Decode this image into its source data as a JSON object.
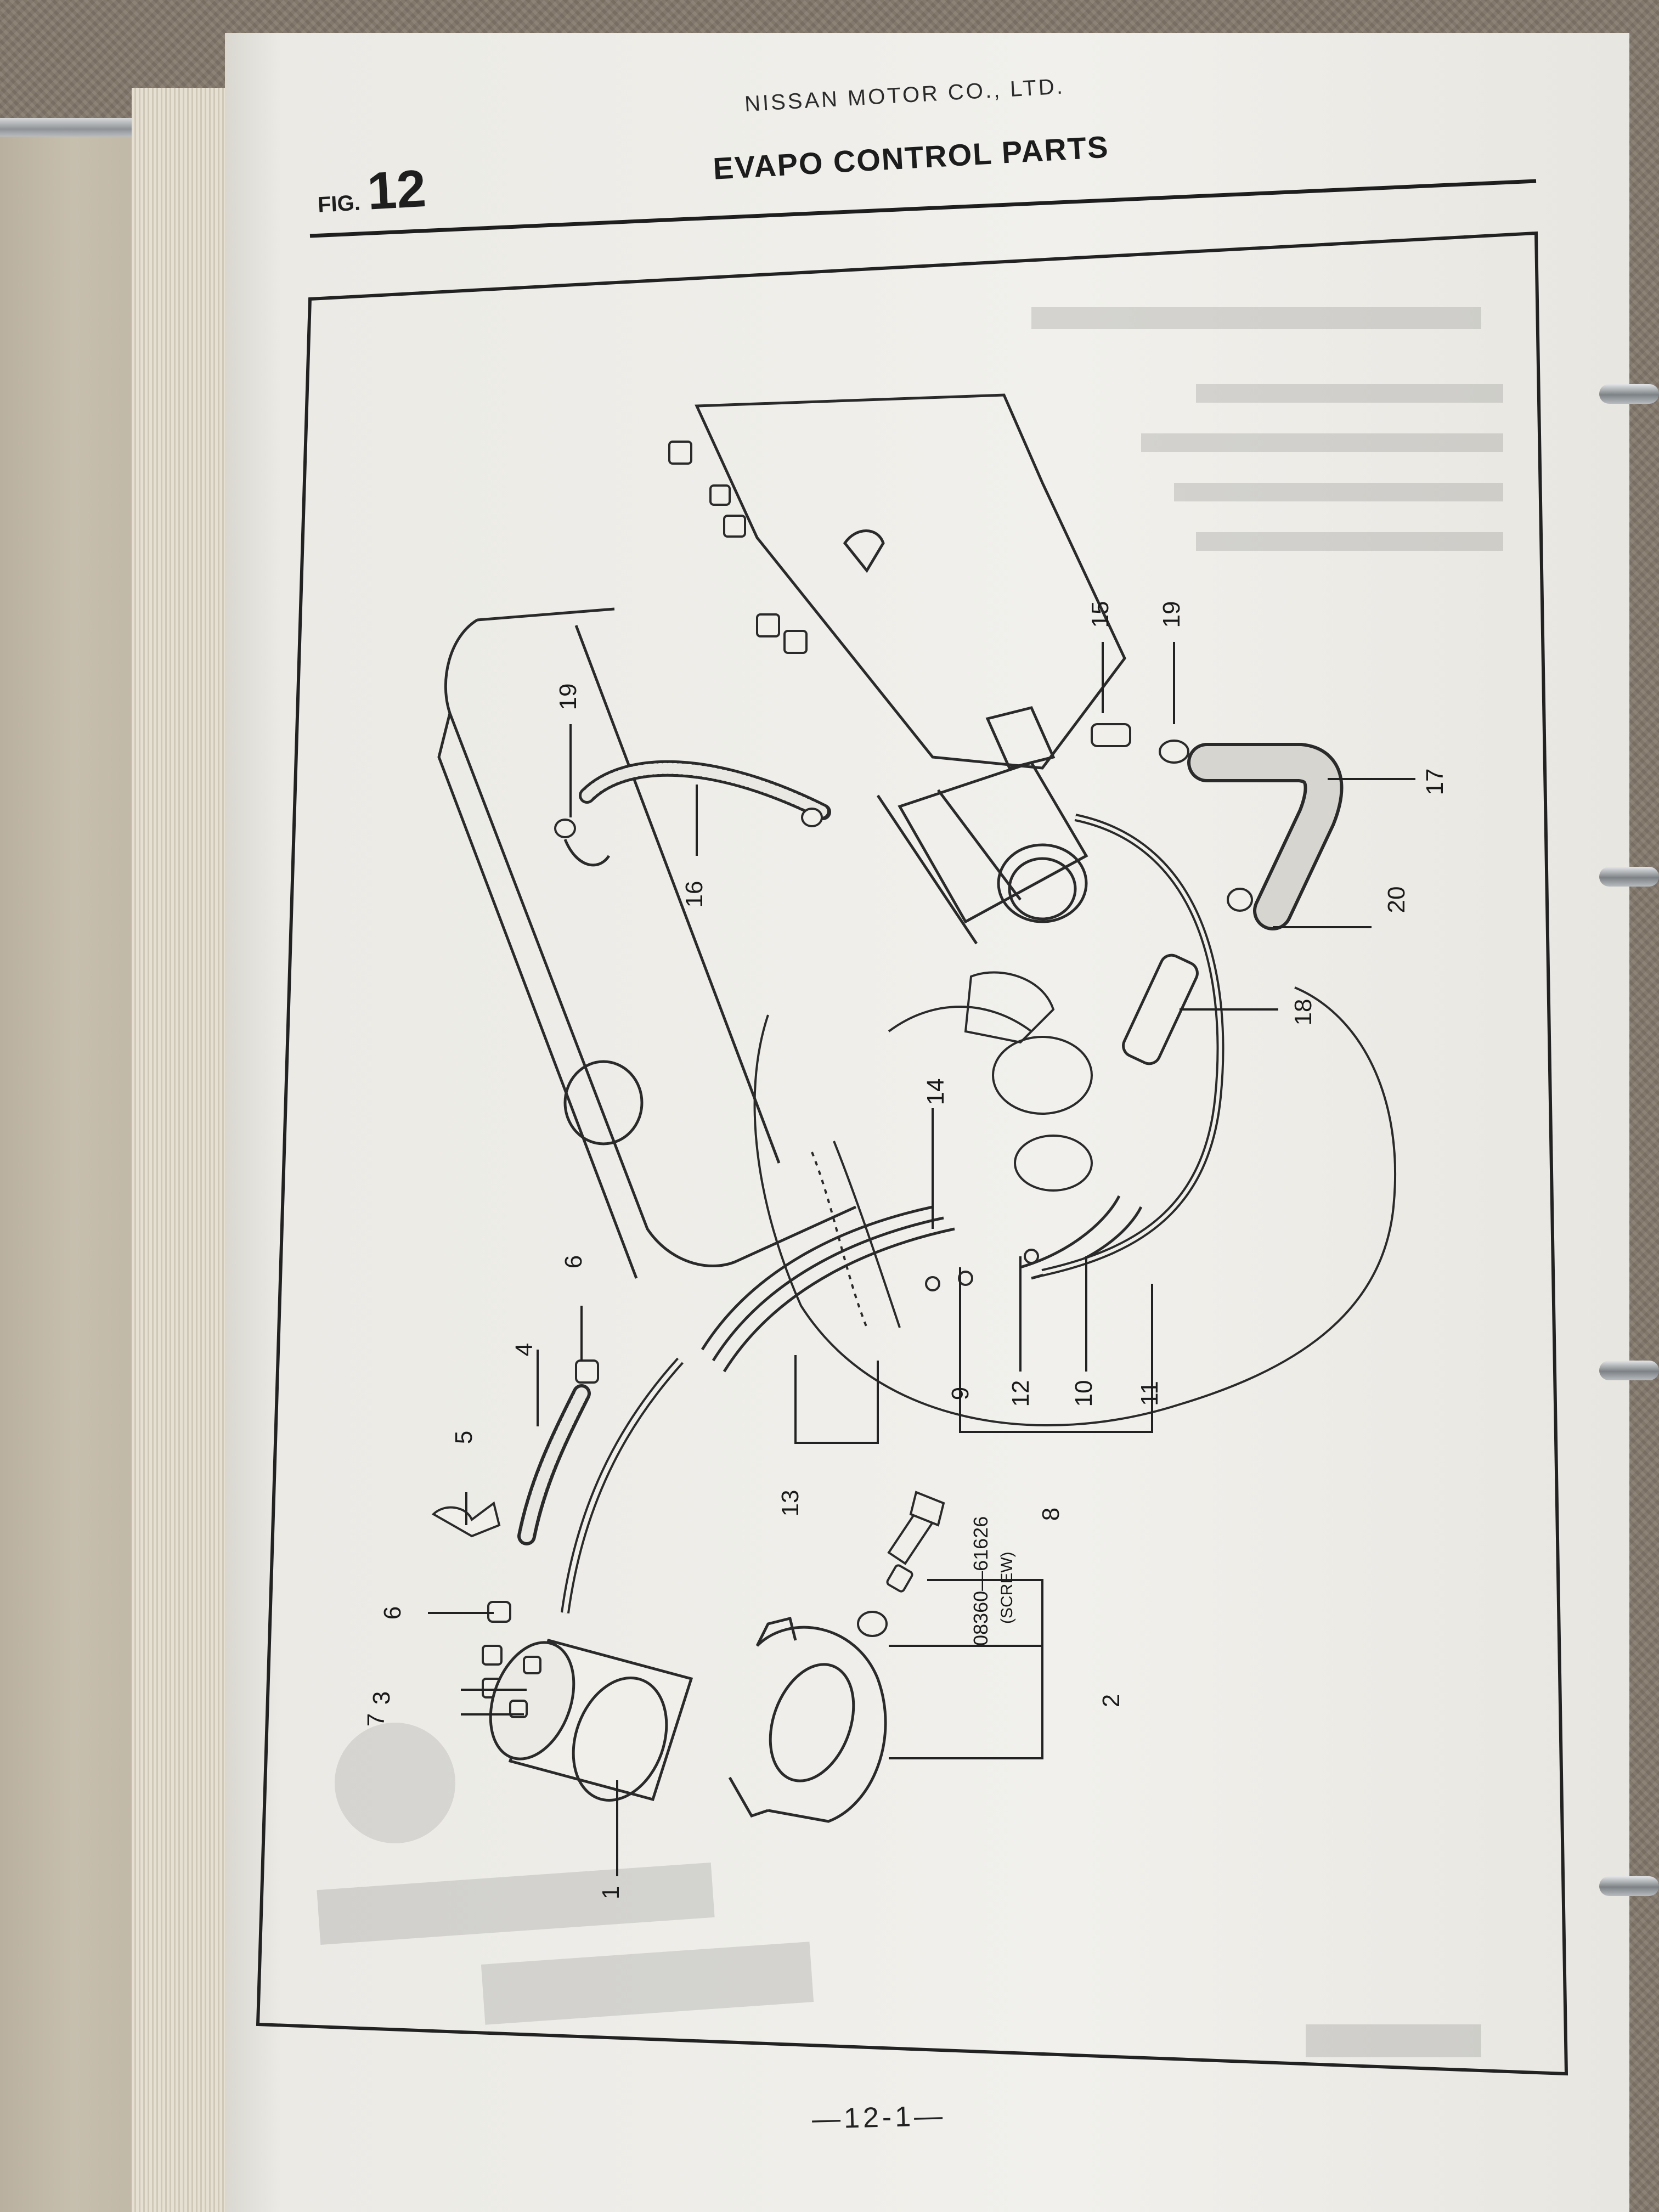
{
  "header": {
    "company": "NISSAN MOTOR CO., LTD.",
    "fig_word": "FIG.",
    "fig_number": "12",
    "title": "EVAPO CONTROL PARTS"
  },
  "callouts": {
    "c1": "1",
    "c2": "2",
    "c3": "3",
    "c4": "4",
    "c5": "5",
    "c6a": "6",
    "c6b": "6",
    "c7": "7",
    "c8": "8",
    "c9": "9",
    "c10": "10",
    "c11": "11",
    "c12": "12",
    "c13": "13",
    "c14": "14",
    "c15": "15",
    "c16": "16",
    "c17": "17",
    "c18": "18",
    "c19a": "19",
    "c19b": "19",
    "c20": "20"
  },
  "screw": {
    "part_number": "08360—61626",
    "label": "(SCREW)"
  },
  "footer": {
    "page_number": "—12-1—"
  }
}
